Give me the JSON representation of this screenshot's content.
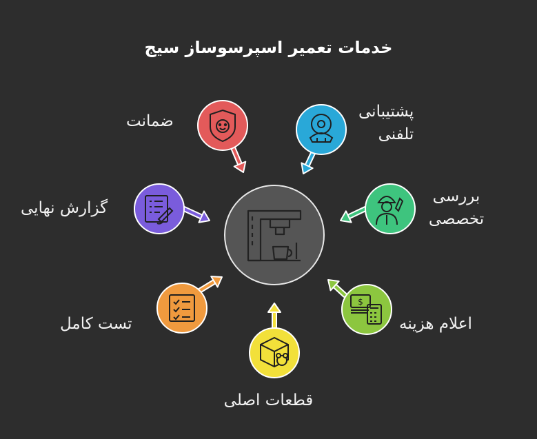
{
  "title": "خدمات تعمیر اسپرسوساز سیج",
  "center": {
    "icon": "espresso-machine-icon",
    "color": "#555555"
  },
  "services": [
    {
      "id": "warranty",
      "label_lines": [
        "ضمانت"
      ],
      "icon": "shield-face-icon",
      "color": "#e35a5a"
    },
    {
      "id": "phone-support",
      "label_lines": [
        "پشتیبانی",
        "تلفنی"
      ],
      "icon": "phone-support-icon",
      "color": "#29a8d8"
    },
    {
      "id": "expert-inspection",
      "label_lines": [
        "بررسی",
        "تخصصی"
      ],
      "icon": "technician-icon",
      "color": "#3ec47e"
    },
    {
      "id": "cost-notice",
      "label_lines": [
        "اعلام هزینه"
      ],
      "icon": "money-calculator-icon",
      "color": "#8cc63f"
    },
    {
      "id": "original-parts",
      "label_lines": [
        "قطعات اصلی"
      ],
      "icon": "parts-box-icon",
      "color": "#f2e03a"
    },
    {
      "id": "full-test",
      "label_lines": [
        "تست کامل"
      ],
      "icon": "checklist-icon",
      "color": "#f09a3e"
    },
    {
      "id": "final-report",
      "label_lines": [
        "گزارش نهایی"
      ],
      "icon": "report-pen-icon",
      "color": "#7a5cdc"
    }
  ]
}
